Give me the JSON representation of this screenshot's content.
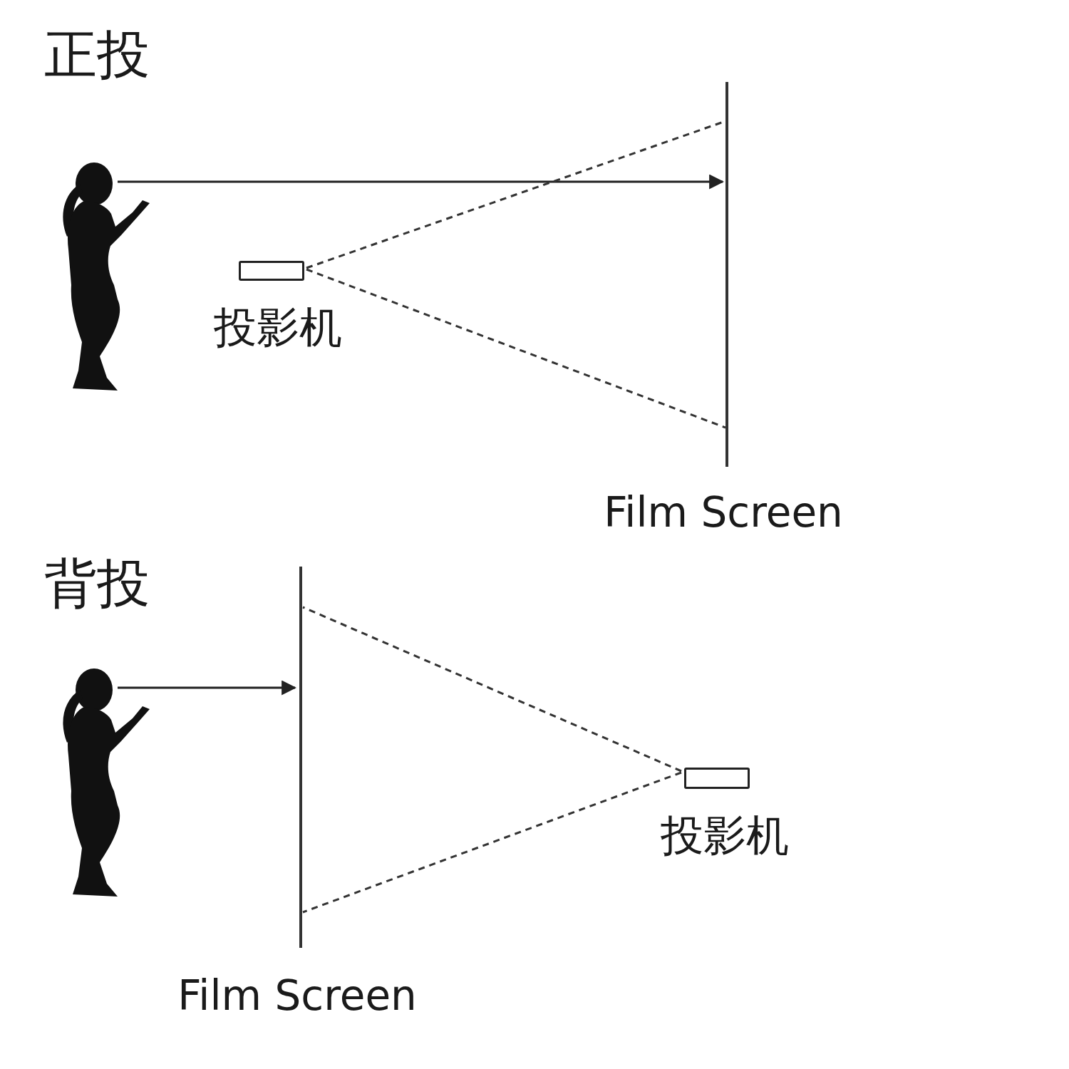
{
  "diagram": {
    "nodes": [
      {
        "text": [
          "投影机"
        ]
      },
      {
        "text": [
          "投影机"
        ]
      }
    ],
    "labels": [
      "正投",
      "Film Screen",
      "背投",
      "Film Screen"
    ]
  }
}
